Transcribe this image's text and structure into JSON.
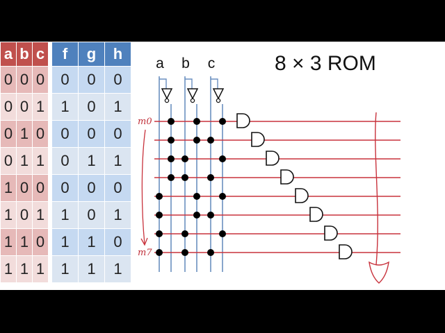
{
  "title": "8 × 3 ROM",
  "truth_table": {
    "input_headers": [
      "a",
      "b",
      "c"
    ],
    "output_headers": [
      "f",
      "g",
      "h"
    ],
    "rows": [
      {
        "in": [
          "0",
          "0",
          "0"
        ],
        "out": [
          "0",
          "0",
          "0"
        ]
      },
      {
        "in": [
          "0",
          "0",
          "1"
        ],
        "out": [
          "1",
          "0",
          "1"
        ]
      },
      {
        "in": [
          "0",
          "1",
          "0"
        ],
        "out": [
          "0",
          "0",
          "0"
        ]
      },
      {
        "in": [
          "0",
          "1",
          "1"
        ],
        "out": [
          "0",
          "1",
          "1"
        ]
      },
      {
        "in": [
          "1",
          "0",
          "0"
        ],
        "out": [
          "0",
          "0",
          "0"
        ]
      },
      {
        "in": [
          "1",
          "0",
          "1"
        ],
        "out": [
          "1",
          "0",
          "1"
        ]
      },
      {
        "in": [
          "1",
          "1",
          "0"
        ],
        "out": [
          "1",
          "1",
          "0"
        ]
      },
      {
        "in": [
          "1",
          "1",
          "1"
        ],
        "out": [
          "1",
          "1",
          "1"
        ]
      }
    ]
  },
  "circuit": {
    "input_labels": [
      "a",
      "b",
      "c"
    ],
    "row_labels": {
      "first": "m0",
      "last": "m7"
    },
    "decoder_rows": [
      [
        "0",
        "0",
        "0"
      ],
      [
        "0",
        "0",
        "1"
      ],
      [
        "0",
        "1",
        "0"
      ],
      [
        "0",
        "1",
        "1"
      ],
      [
        "1",
        "0",
        "0"
      ],
      [
        "1",
        "0",
        "1"
      ],
      [
        "1",
        "1",
        "0"
      ],
      [
        "1",
        "1",
        "1"
      ]
    ],
    "colors": {
      "wire_vertical": "#6a8fc0",
      "wire_horizontal": "#c8323c",
      "dot": "#000000"
    }
  }
}
